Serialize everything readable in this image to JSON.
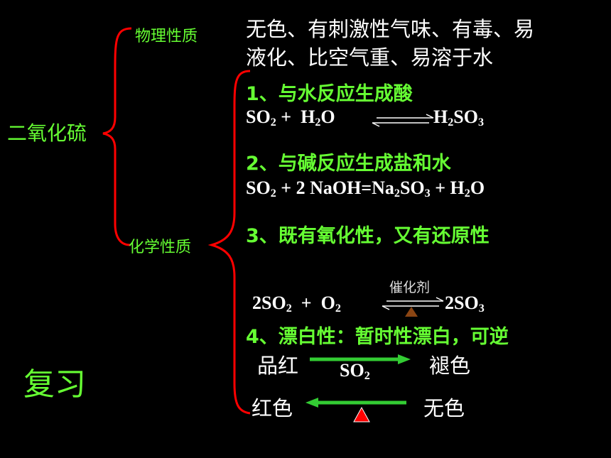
{
  "colors": {
    "background": "#000000",
    "accent_green": "#66ff33",
    "bracket_red": "#ff0000",
    "text_white": "#ffffff"
  },
  "topic": "二氧化硫",
  "review_label": "复习",
  "physical": {
    "label": "物理性质",
    "desc_line1": "无色、有刺激性气味、有毒、易",
    "desc_line2": "液化、比空气重、易溶于水"
  },
  "chemical": {
    "label": "化学性质",
    "item1": {
      "title": "1、与水反应生成酸",
      "eq": {
        "r1": "SO",
        "r1_sub": "2",
        "plus": " +  ",
        "r2": "H",
        "r2_sub": "2",
        "r2_tail": "O",
        "p": "H",
        "p_sub1": "2",
        "p_mid": "SO",
        "p_sub2": "3"
      }
    },
    "item2": {
      "title": "2、与碱反应生成盐和水",
      "eq": {
        "a": "SO",
        "a_sub": "2",
        "b": " + 2 NaOH=Na",
        "b_sub": "2",
        "c": "SO",
        "c_sub": "3",
        "d": " + H",
        "d_sub": "2",
        "e": "O"
      }
    },
    "item3": {
      "title": "3、既有氧化性，又有还原性",
      "catalyst": "催化剂",
      "eq": {
        "r1": "2SO",
        "r1_sub": "2",
        "plus": "  +  ",
        "r2": "O",
        "r2_sub": "2",
        "p": "2SO",
        "p_sub": "3"
      }
    },
    "item4": {
      "title": "4、漂白性：暂时性漂白，可逆",
      "from1": "品红",
      "to1": "褪色",
      "agent": "SO",
      "agent_sub": "2",
      "from2": "红色",
      "to2": "无色"
    }
  }
}
